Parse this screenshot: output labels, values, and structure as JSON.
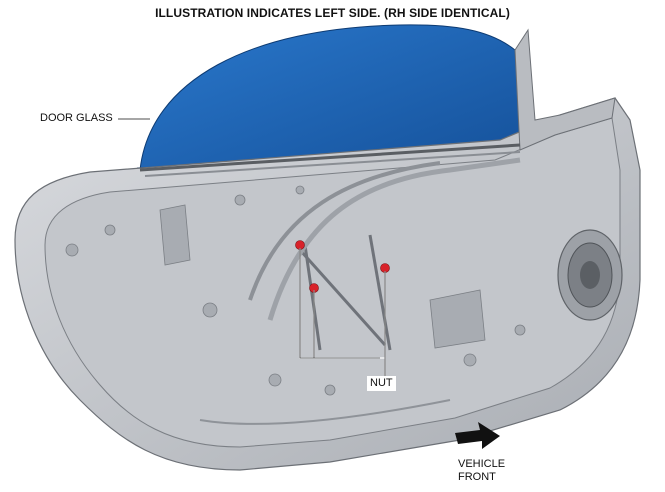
{
  "header": {
    "title": "ILLUSTRATION INDICATES LEFT SIDE. (RH SIDE IDENTICAL)"
  },
  "callouts": {
    "door_glass": "DOOR GLASS",
    "nut": "NUT",
    "vehicle_front_line1": "VEHICLE",
    "vehicle_front_line2": "FRONT"
  },
  "colors": {
    "glass": "#1f64b4",
    "door_panel": "#c9ccd1",
    "nut": "#d8222a",
    "arrow": "#111111"
  }
}
